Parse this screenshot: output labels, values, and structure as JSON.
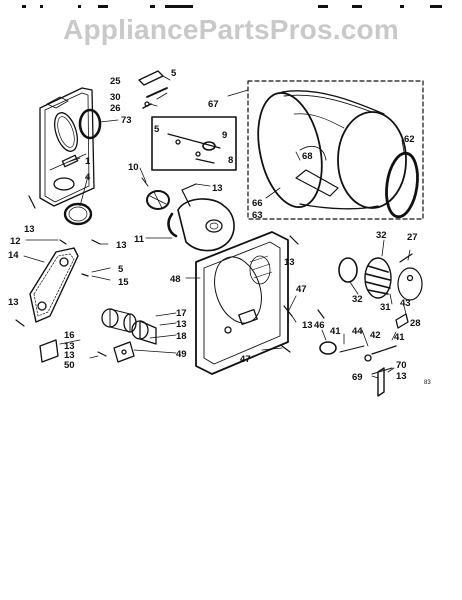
{
  "watermark": "AppliancePartsPros.com",
  "diagram_code": "83",
  "callouts": [
    {
      "id": "c25",
      "text": "25"
    },
    {
      "id": "c5a",
      "text": "5"
    },
    {
      "id": "c30",
      "text": "30"
    },
    {
      "id": "c26",
      "text": "26"
    },
    {
      "id": "c73",
      "text": "73"
    },
    {
      "id": "c67",
      "text": "67"
    },
    {
      "id": "c1",
      "text": "1"
    },
    {
      "id": "c4",
      "text": "4"
    },
    {
      "id": "c13a",
      "text": "13"
    },
    {
      "id": "c5b",
      "text": "5"
    },
    {
      "id": "c9",
      "text": "9"
    },
    {
      "id": "c8",
      "text": "8"
    },
    {
      "id": "c10",
      "text": "10"
    },
    {
      "id": "c13b",
      "text": "13"
    },
    {
      "id": "c68",
      "text": "68"
    },
    {
      "id": "c62",
      "text": "62"
    },
    {
      "id": "c66",
      "text": "66"
    },
    {
      "id": "c63",
      "text": "63"
    },
    {
      "id": "c12",
      "text": "12"
    },
    {
      "id": "c13c",
      "text": "13"
    },
    {
      "id": "c14",
      "text": "14"
    },
    {
      "id": "c11",
      "text": "11"
    },
    {
      "id": "c13d",
      "text": "13"
    },
    {
      "id": "c32a",
      "text": "32"
    },
    {
      "id": "c27",
      "text": "27"
    },
    {
      "id": "c5c",
      "text": "5"
    },
    {
      "id": "c15",
      "text": "15"
    },
    {
      "id": "c48",
      "text": "48"
    },
    {
      "id": "c47a",
      "text": "47"
    },
    {
      "id": "c13e",
      "text": "13"
    },
    {
      "id": "c17",
      "text": "17"
    },
    {
      "id": "c13f",
      "text": "13"
    },
    {
      "id": "c13g",
      "text": "13"
    },
    {
      "id": "c32b",
      "text": "32"
    },
    {
      "id": "c31",
      "text": "31"
    },
    {
      "id": "c43",
      "text": "43"
    },
    {
      "id": "c16",
      "text": "16"
    },
    {
      "id": "c18",
      "text": "18"
    },
    {
      "id": "c13h",
      "text": "13"
    },
    {
      "id": "c46",
      "text": "46"
    },
    {
      "id": "c41a",
      "text": "41"
    },
    {
      "id": "c28",
      "text": "28"
    },
    {
      "id": "c44",
      "text": "44"
    },
    {
      "id": "c42",
      "text": "42"
    },
    {
      "id": "c41b",
      "text": "41"
    },
    {
      "id": "c13i",
      "text": "13"
    },
    {
      "id": "c50",
      "text": "50"
    },
    {
      "id": "c49",
      "text": "49"
    },
    {
      "id": "c47b",
      "text": "47"
    },
    {
      "id": "c70",
      "text": "70"
    },
    {
      "id": "c13j",
      "text": "13"
    },
    {
      "id": "c69",
      "text": "69"
    }
  ]
}
